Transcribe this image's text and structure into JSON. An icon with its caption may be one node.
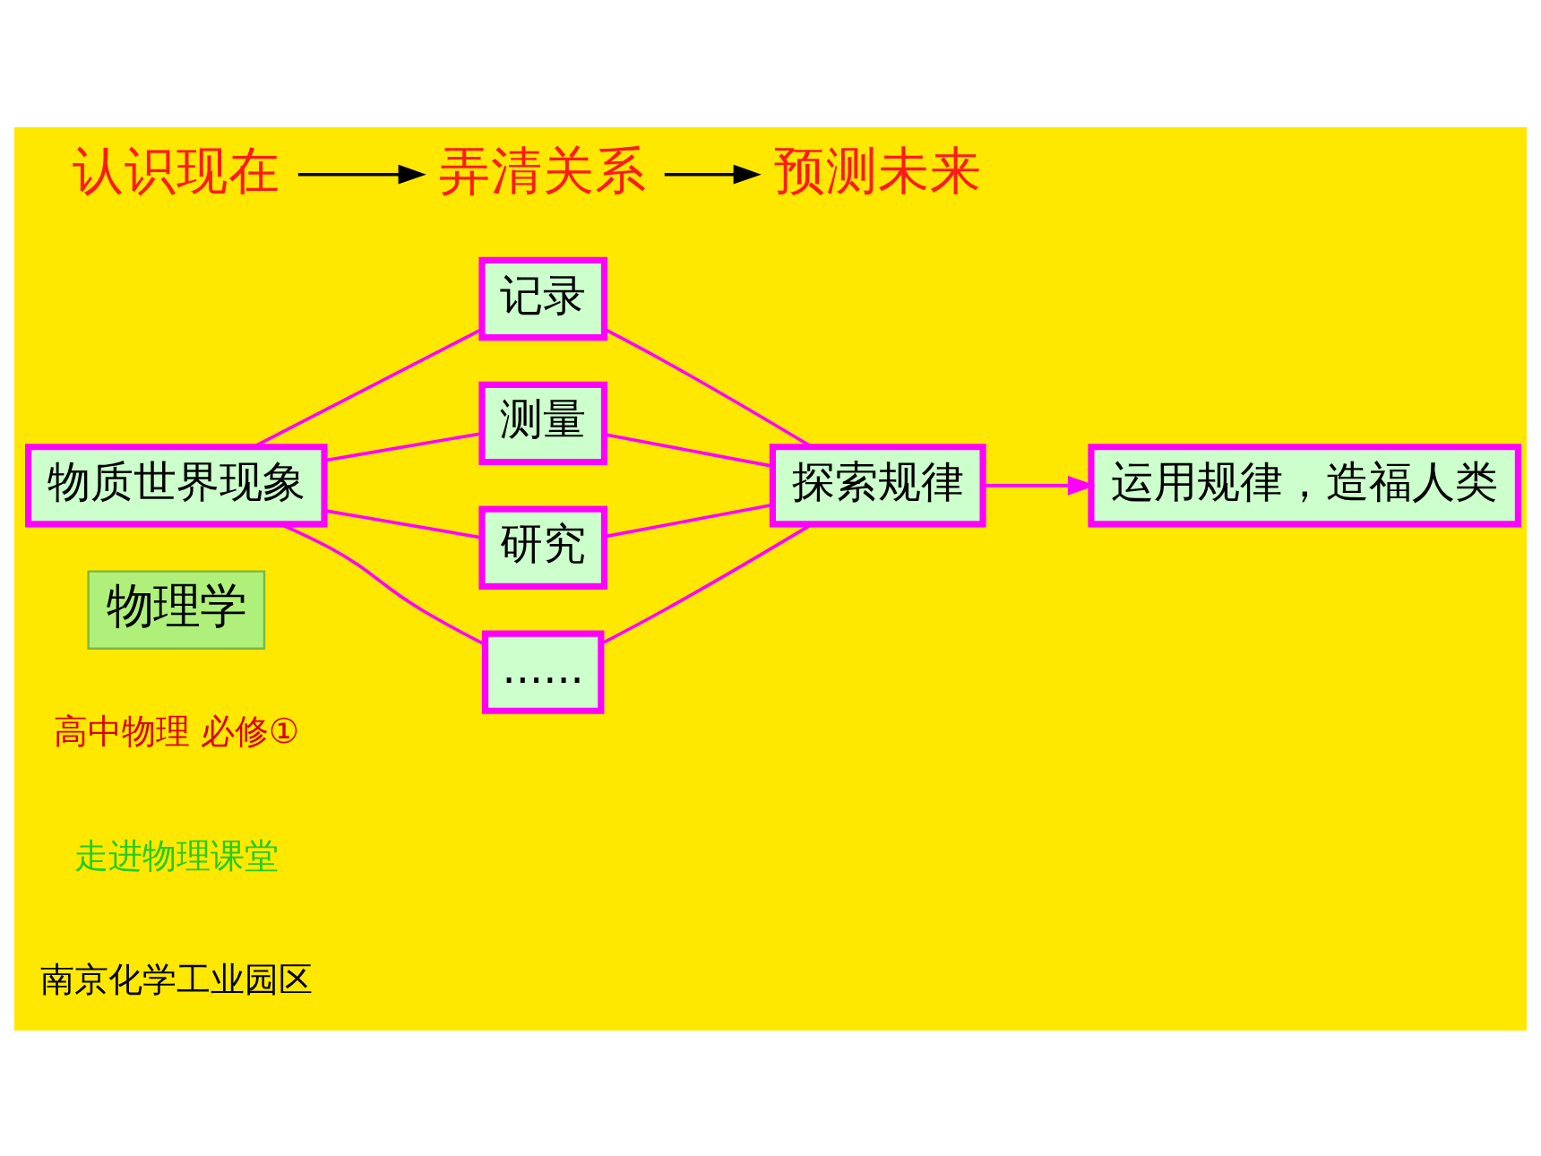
{
  "diagram": {
    "nodes": [
      {
        "text": [
          "物理学"
        ]
      },
      {
        "text": [
          "物质世界现象"
        ]
      },
      {
        "text": [
          "记录"
        ]
      },
      {
        "text": [
          "测量"
        ]
      },
      {
        "text": [
          "研究"
        ]
      },
      {
        "text": [
          "......"
        ]
      },
      {
        "text": [
          "探索规律"
        ]
      },
      {
        "text": [
          "运用规律，造福人类"
        ]
      },
      {
        "text": [
          "认识现在"
        ]
      },
      {
        "text": [
          "弄清关系"
        ]
      },
      {
        "text": [
          "预测未来"
        ]
      }
    ],
    "edges": [
      {
        "from": 1,
        "to": 2,
        "arrow": "none"
      },
      {
        "from": 1,
        "to": 3,
        "arrow": "none"
      },
      {
        "from": 1,
        "to": 4,
        "arrow": "none"
      },
      {
        "from": 1,
        "to": 5,
        "arrow": "none"
      },
      {
        "from": 2,
        "to": 6,
        "arrow": "none"
      },
      {
        "from": 3,
        "to": 6,
        "arrow": "none"
      },
      {
        "from": 4,
        "to": 6,
        "arrow": "none"
      },
      {
        "from": 5,
        "to": 6,
        "arrow": "none"
      },
      {
        "from": 6,
        "to": 7,
        "arrow": "to"
      },
      {
        "from": 8,
        "to": 9,
        "arrow": "to",
        "color": "#000000"
      },
      {
        "from": 9,
        "to": 10,
        "arrow": "to",
        "color": "#000000"
      }
    ],
    "labels": [
      "南京化学工业园区",
      "走进物理课堂",
      "高中物理 必修①"
    ]
  }
}
